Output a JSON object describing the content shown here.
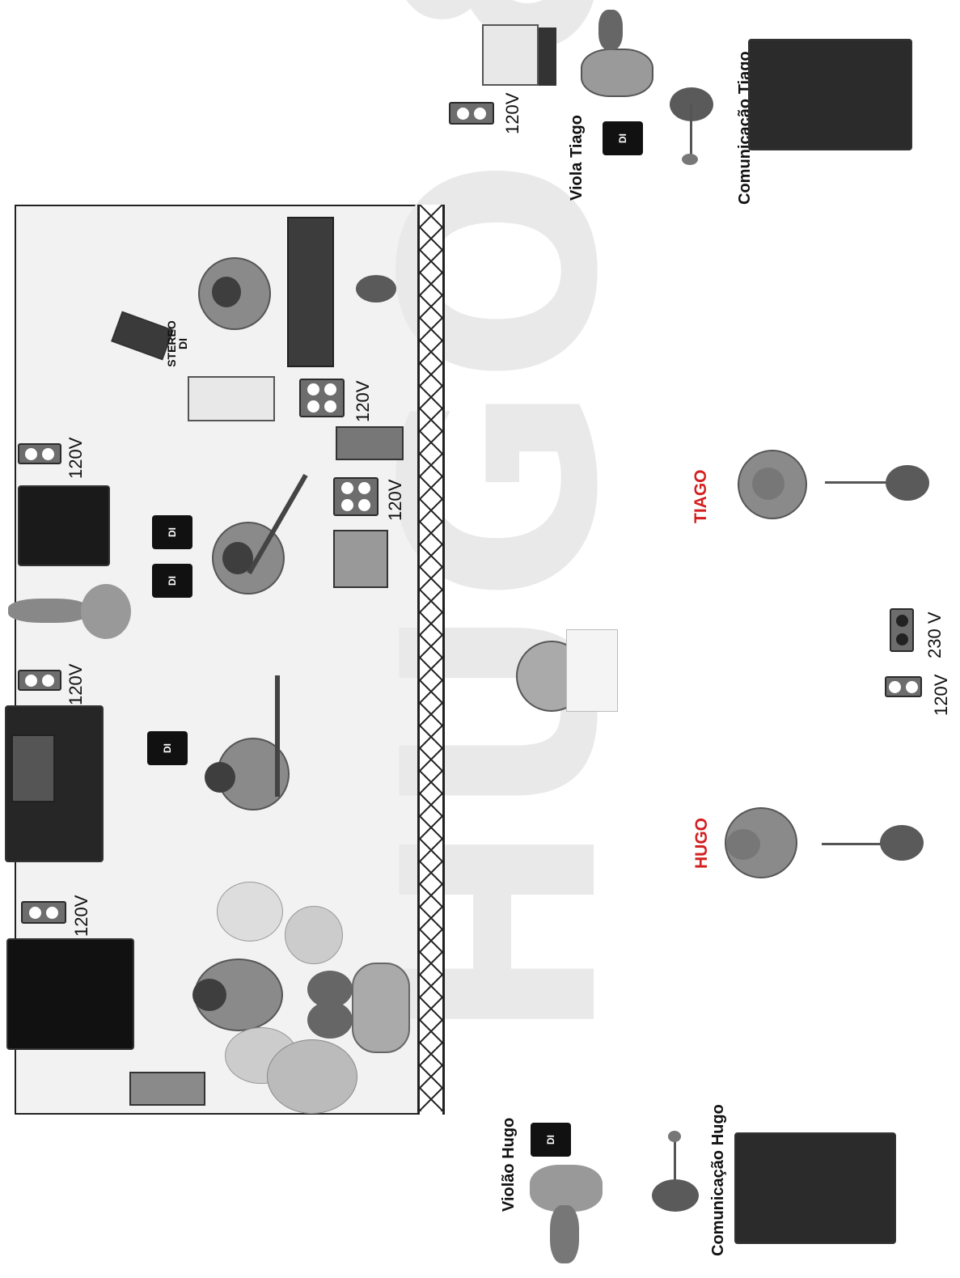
{
  "watermark": "HUGO & TIAGO",
  "labels": {
    "viola_tiago": "Viola Tiago",
    "comunicacao_tiago": "Comunicação Tiago",
    "violao_hugo": "Violão Hugo",
    "comunicacao_hugo": "Comunicação Hugo",
    "tiago": "TIAGO",
    "hugo": "HUGO",
    "stereo_di": "STEREO DI",
    "di": "DI"
  },
  "voltages": {
    "v120": "120V",
    "v120_spaced": "120 V",
    "v230": "230 V"
  },
  "colors": {
    "performer_name": "#d41f1f",
    "stage_floor": "#f2f2f2",
    "watermark": "#e9e9e9"
  }
}
